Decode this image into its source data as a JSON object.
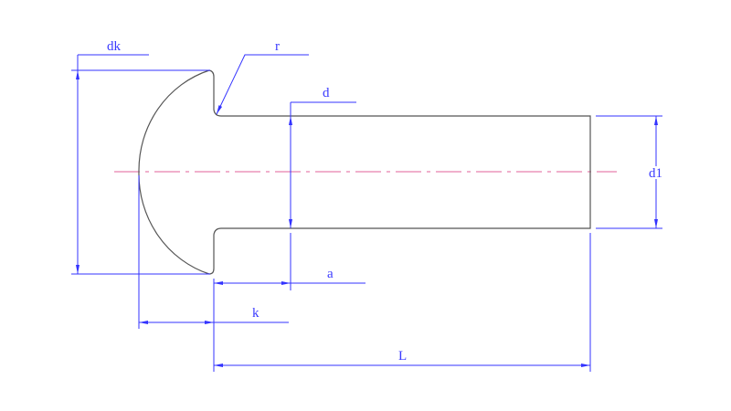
{
  "labels": {
    "dk": "dk",
    "r": "r",
    "d": "d",
    "d1": "d1",
    "a": "a",
    "k": "k",
    "L": "L"
  },
  "colors": {
    "part_outline": "#555555",
    "dimension": "#3333ff",
    "centerline": "#e0609a"
  }
}
